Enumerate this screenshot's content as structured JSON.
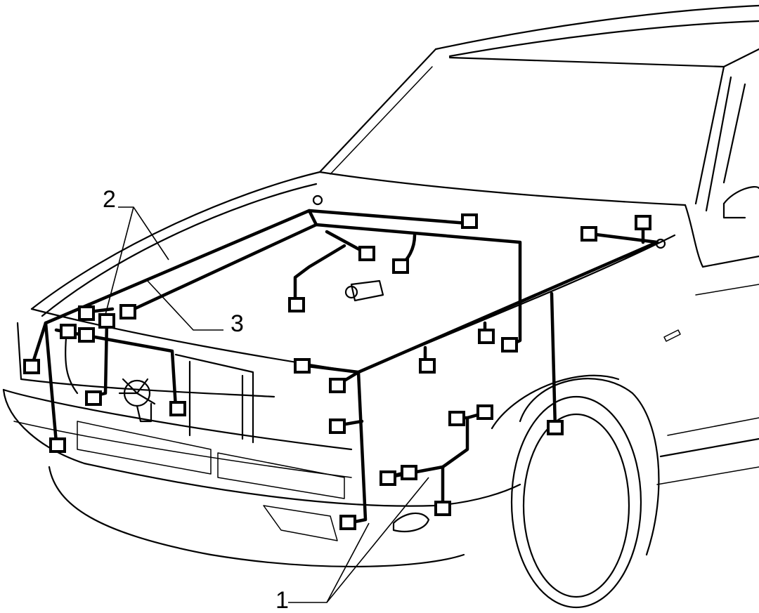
{
  "callouts": [
    {
      "id": "label-1",
      "text": "1"
    },
    {
      "id": "label-2",
      "text": "2"
    },
    {
      "id": "label-3",
      "text": "3"
    }
  ],
  "colors": {
    "line": "#000000",
    "background": "#ffffff"
  }
}
